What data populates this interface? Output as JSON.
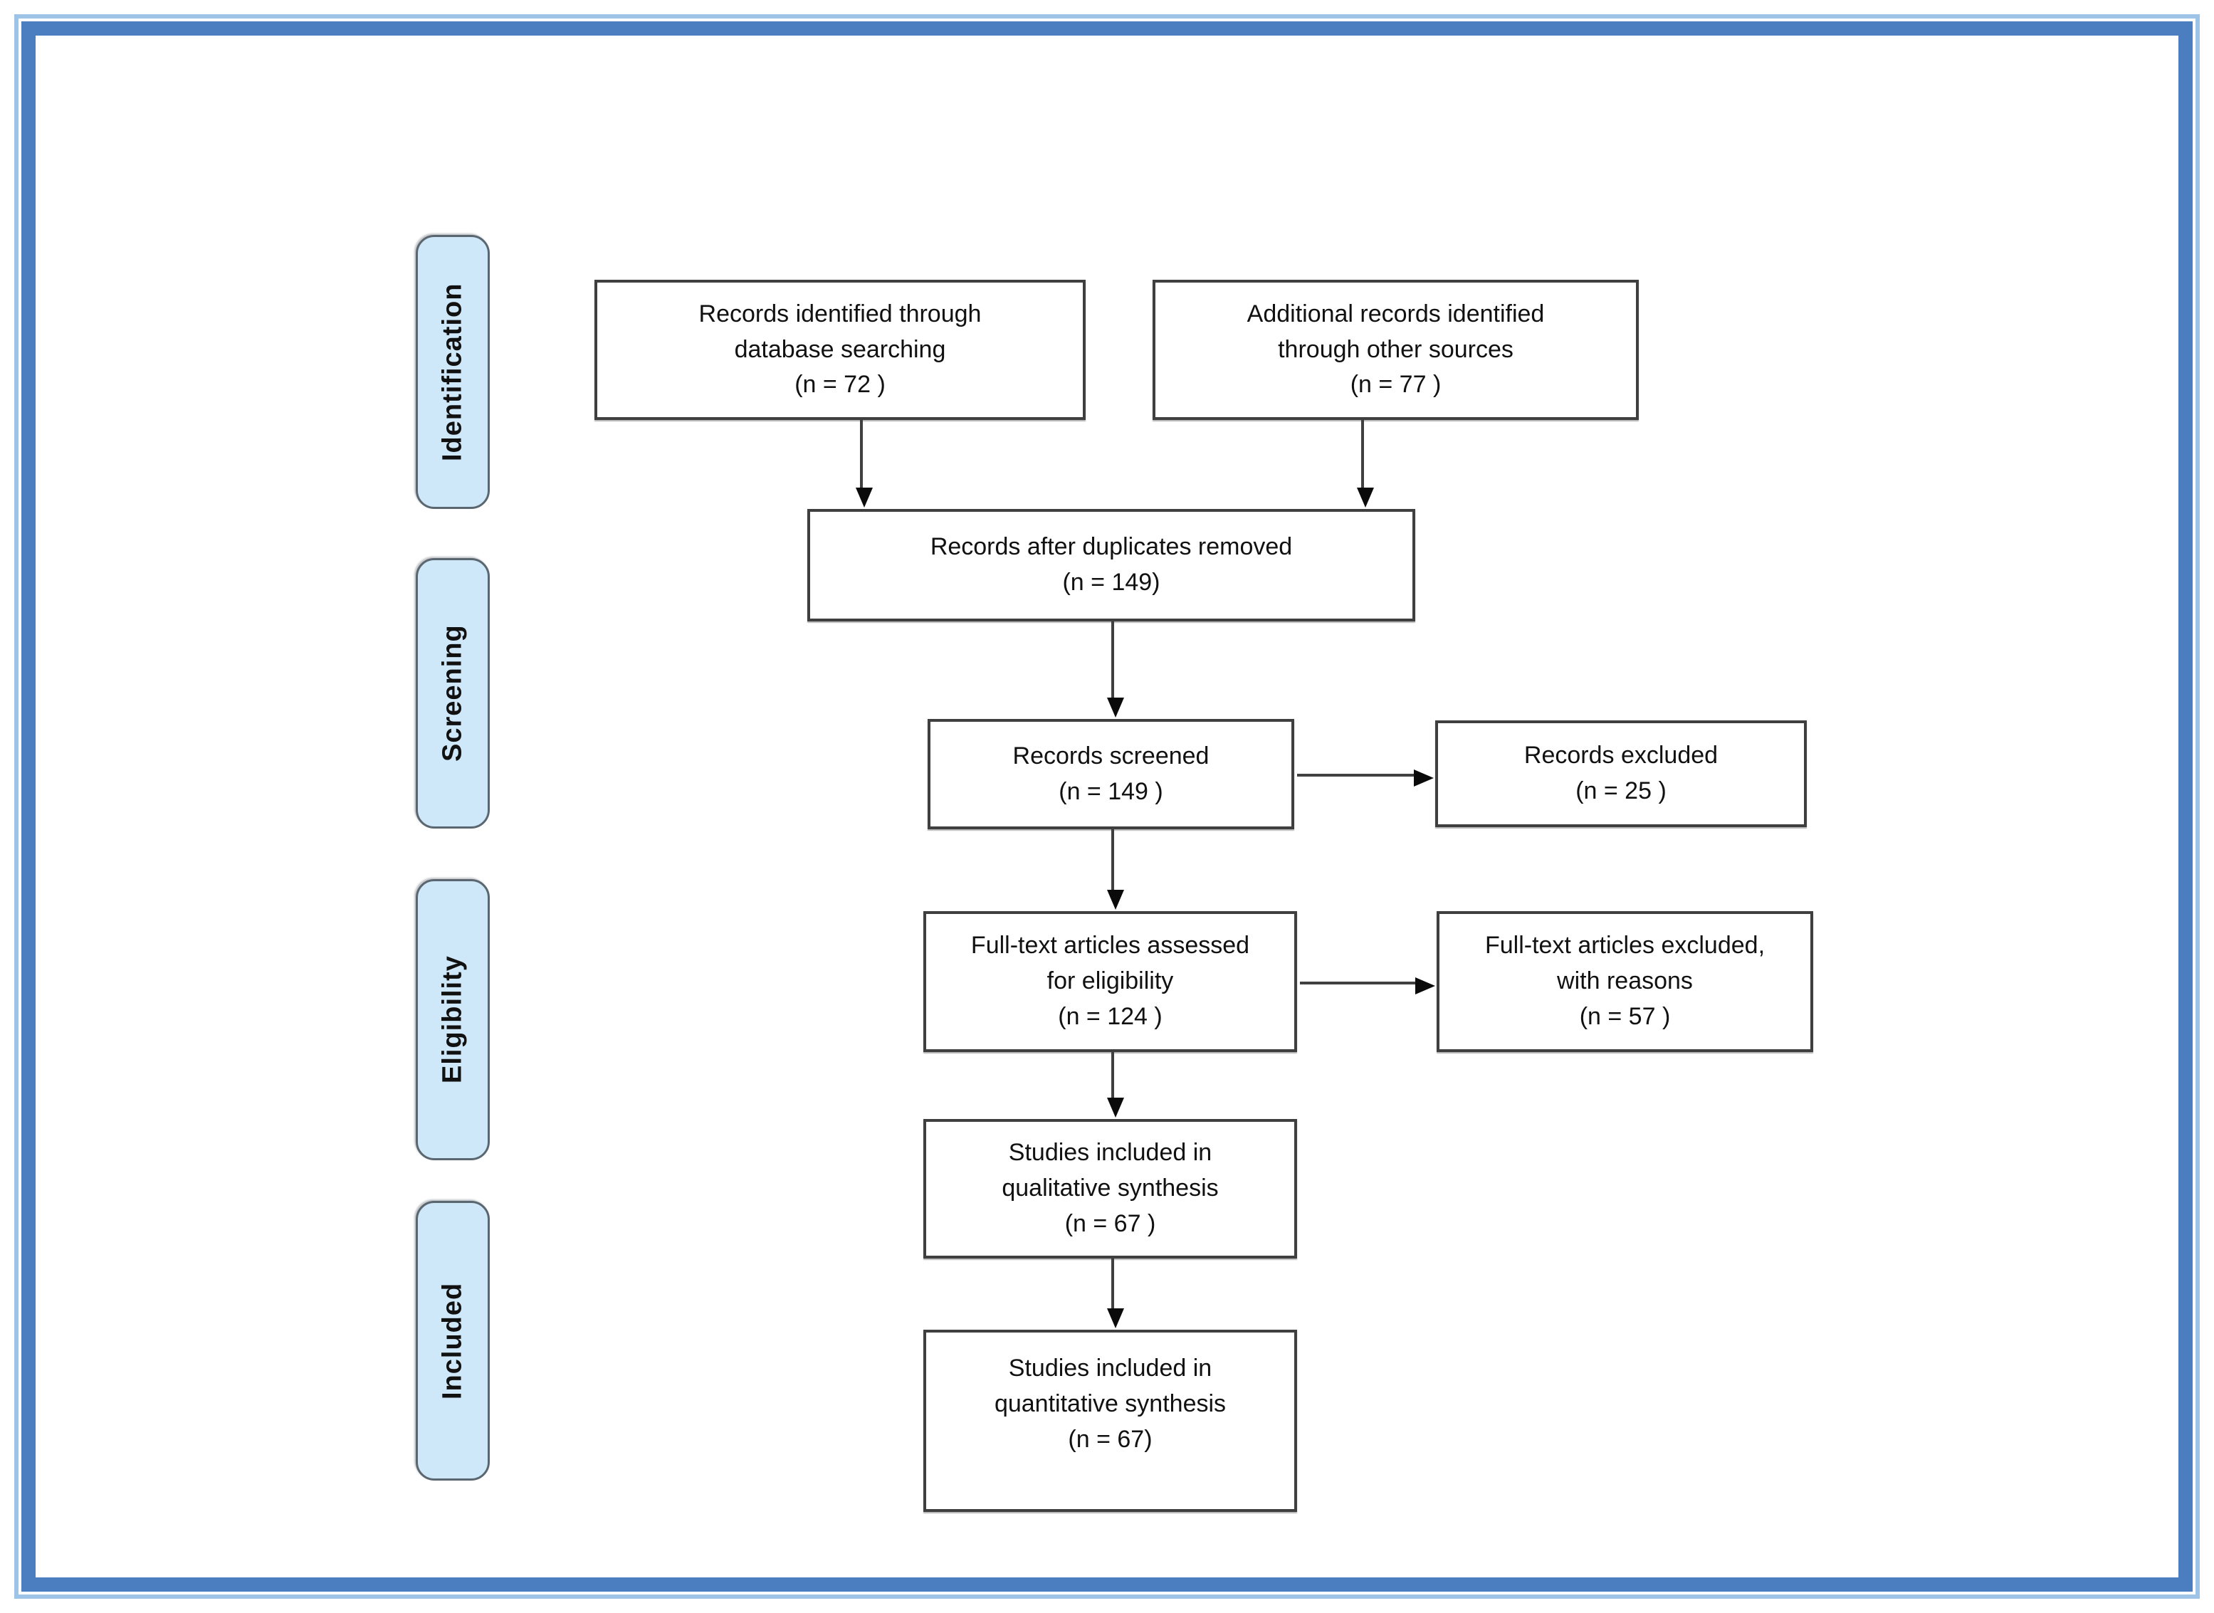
{
  "stage_labels": {
    "identification": "Identification",
    "screening": "Screening",
    "eligibility": "Eligibility",
    "included": "Included"
  },
  "boxes": {
    "identified": "Records identified through\ndatabase searching\n(n = 72 )",
    "additional": "Additional records identified\nthrough other sources\n(n = 77 )",
    "deduplicated": "Records after duplicates removed\n(n = 149)",
    "screened": "Records screened\n(n = 149 )",
    "excluded": "Records excluded\n(n = 25 )",
    "fulltext_assessed": "Full-text articles assessed\nfor eligibility\n(n = 124 )",
    "fulltext_excluded": "Full-text articles excluded,\nwith reasons\n(n = 57 )",
    "qualitative": "Studies included in\nqualitative synthesis\n(n = 67 )",
    "quantitative": "Studies included in\nquantitative synthesis\n(n = 67)"
  },
  "colors": {
    "frame_light": "#9dc3e6",
    "frame_dark": "#4a7ec0",
    "stage_fill": "#cfe8f9",
    "stage_border": "#5b6770",
    "box_border": "#3f3f3f",
    "arrow_line": "#404040",
    "arrow_head": "#0a0a0a",
    "text_color": "#111111"
  }
}
